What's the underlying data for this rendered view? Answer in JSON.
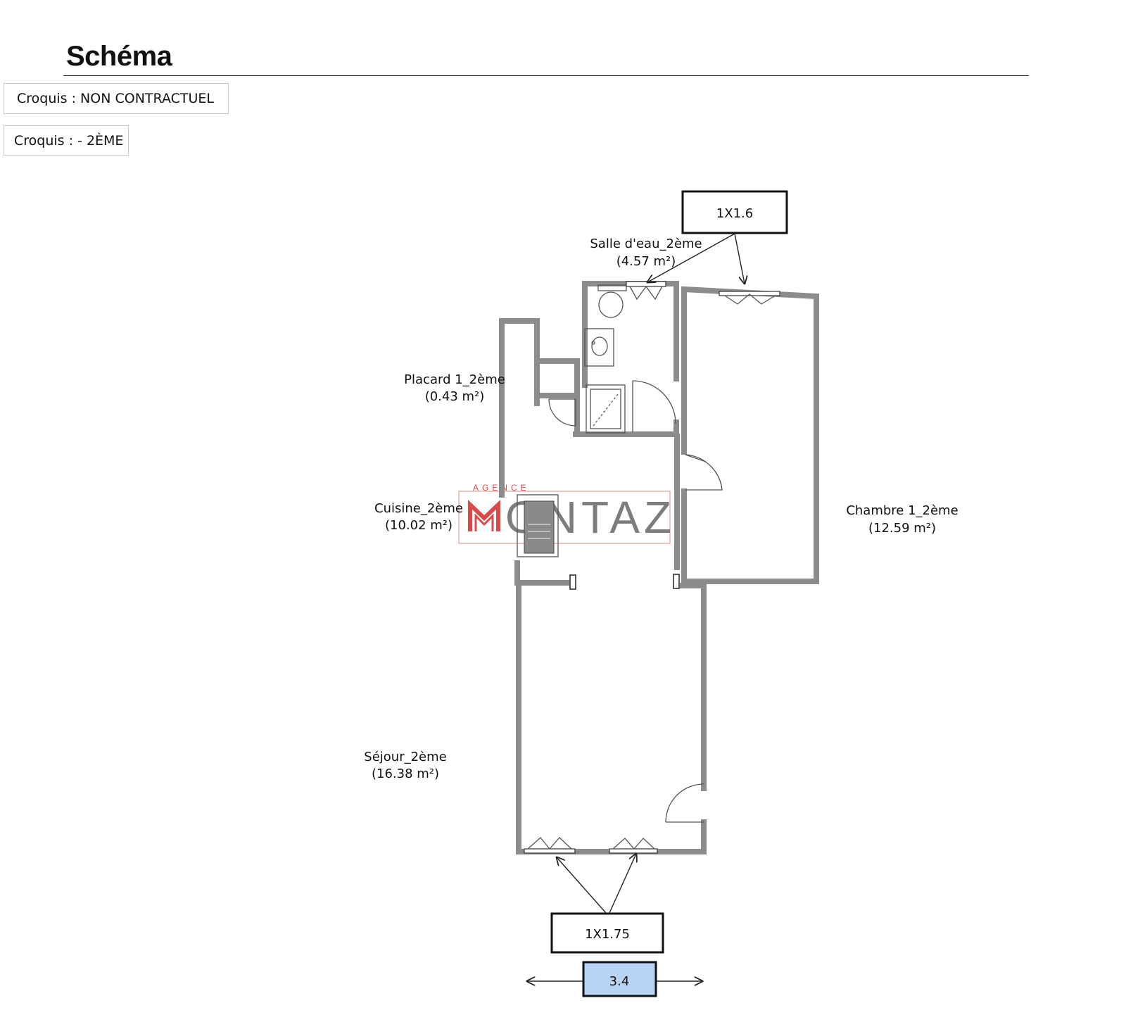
{
  "header": {
    "title": "Schéma",
    "tag_contract": "Croquis : NON CONTRACTUEL",
    "tag_floor": "Croquis : - 2ÈME"
  },
  "rooms": {
    "salle_eau": {
      "name": "Salle d'eau_2ème",
      "area": "(4.57 m²)"
    },
    "placard": {
      "name": "Placard 1_2ème",
      "area": "(0.43 m²)"
    },
    "cuisine": {
      "name": "Cuisine_2ème",
      "area": "(10.02 m²)"
    },
    "chambre": {
      "name": "Chambre 1_2ème",
      "area": "(12.59 m²)"
    },
    "sejour": {
      "name": "Séjour_2ème",
      "area": "(16.38 m²)"
    }
  },
  "window_labels": {
    "top": "1X1.6",
    "bottom": "1X1.75"
  },
  "dimension": {
    "width_label": "3.4",
    "fill_color": "#b8d3f5"
  },
  "watermark": {
    "small": "AGENCE",
    "brand": "ONTAZ",
    "accent_color": "#d94a4a"
  },
  "colors": {
    "wall": "#8c8c8c"
  }
}
